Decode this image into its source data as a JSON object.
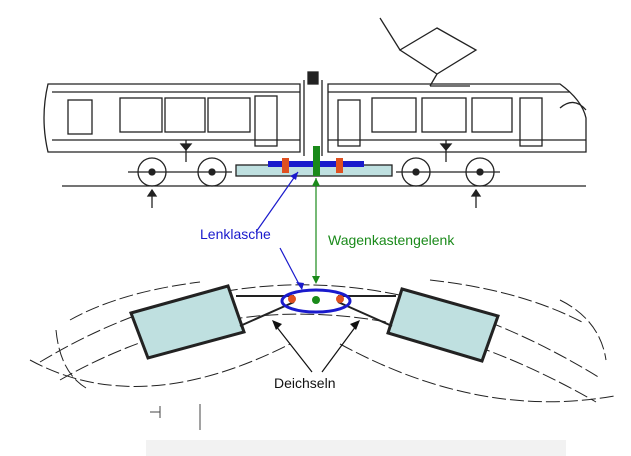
{
  "labels": {
    "steering_link": "Lenklasche",
    "body_joint": "Wagenkastengelenk",
    "drawbars": "Deichseln"
  },
  "colors": {
    "line": "#222222",
    "body_fill": "#bfe0e0",
    "steering_link": "#1a1acc",
    "body_joint": "#1a8a1a",
    "pivot_marks": "#e05020",
    "drawbar_label": "#111111"
  }
}
